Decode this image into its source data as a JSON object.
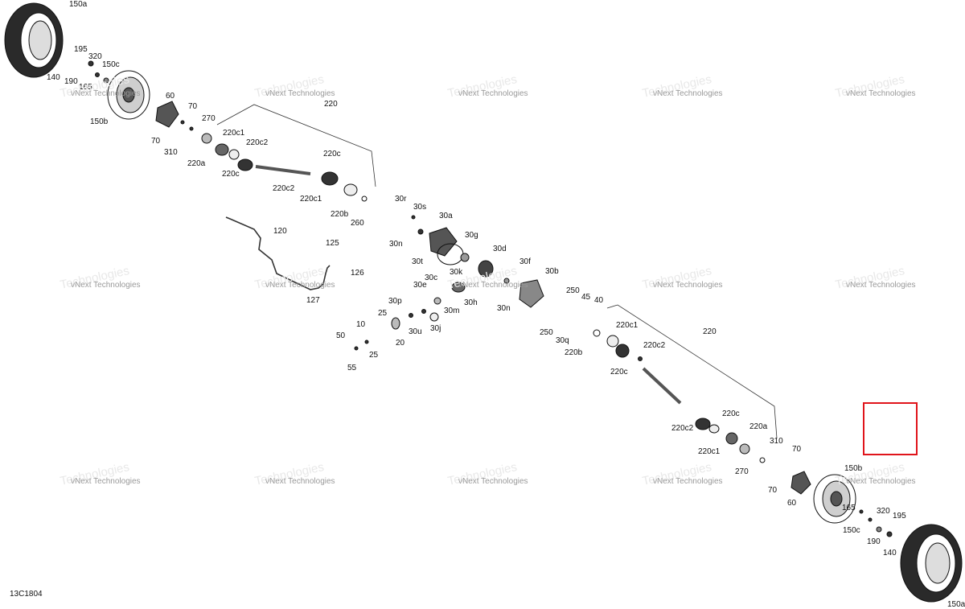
{
  "diagram": {
    "drawing_code": "13C1804",
    "watermark": {
      "line1": "vNext",
      "line2": "Technologies"
    },
    "highlight_color": "#e0141b",
    "callouts": [
      "150a",
      "195",
      "320",
      "150c",
      "140",
      "190",
      "165",
      "150b",
      "60",
      "70",
      "70",
      "310",
      "270",
      "220a",
      "220c1",
      "220c",
      "220c2",
      "220",
      "220c",
      "220c2",
      "220c1",
      "220b",
      "30r",
      "260",
      "30s",
      "30a",
      "30n",
      "30g",
      "30t",
      "30d",
      "30k",
      "30f",
      "30c",
      "30e",
      "30h",
      "30m",
      "30b",
      "30n",
      "250",
      "45",
      "40",
      "30p",
      "25",
      "10",
      "30u",
      "30j",
      "20",
      "25",
      "50",
      "55",
      "250",
      "30q",
      "220b",
      "220c1",
      "220c2",
      "220c",
      "220",
      "120",
      "125",
      "126",
      "127",
      "220c2",
      "220c",
      "220a",
      "220c1",
      "310",
      "70",
      "270",
      "70",
      "60",
      "150b",
      "165",
      "320",
      "195",
      "150c",
      "190",
      "140",
      "150a"
    ]
  }
}
